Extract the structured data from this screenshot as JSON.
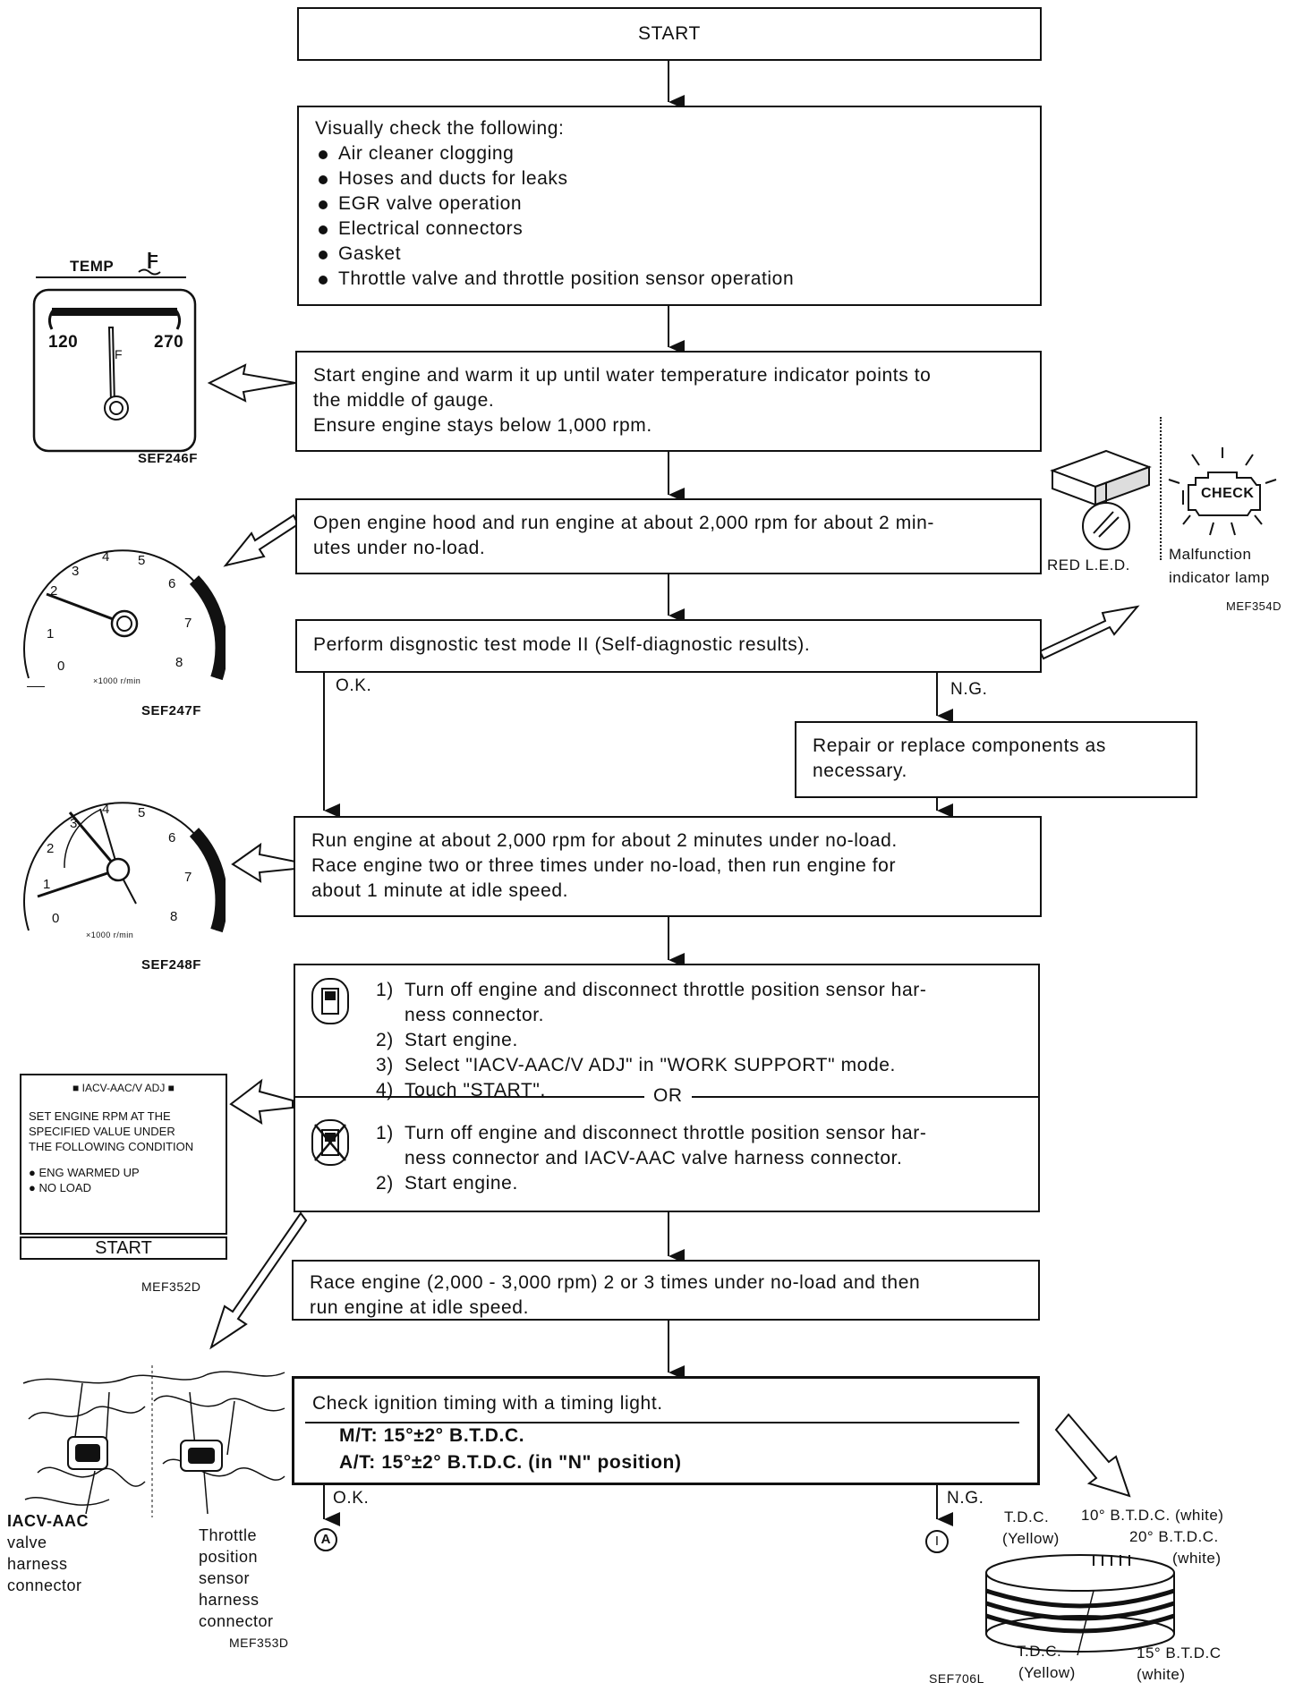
{
  "flow": {
    "start": "START",
    "visual_check": {
      "title": "Visually check the following:",
      "items": [
        "Air cleaner clogging",
        "Hoses and ducts for leaks",
        "EGR valve operation",
        "Electrical connectors",
        "Gasket",
        "Throttle valve and throttle position sensor operation"
      ]
    },
    "warm_up": {
      "line1": "Start engine and warm it up until water temperature indicator points to",
      "line2": "the middle of gauge.",
      "line3": "Ensure engine stays below 1,000 rpm."
    },
    "open_hood": {
      "line1": "Open engine hood and run engine at about 2,000 rpm for about 2 min-",
      "line2": "utes under no-load."
    },
    "diag_mode": "Perform disgnostic test mode II (Self-diagnostic results).",
    "ok": "O.K.",
    "ng": "N.G.",
    "repair": {
      "line1": "Repair or replace components as",
      "line2": "necessary."
    },
    "run_engine": {
      "line1": "Run engine at about 2,000 rpm for about 2 minutes under no-load.",
      "line2": "Race engine two or three times under no-load, then run engine for",
      "line3": "about 1 minute at idle speed."
    },
    "consult": {
      "steps": [
        {
          "n": "1)",
          "a": "Turn off engine and disconnect throttle position sensor har-",
          "b": "ness connector."
        },
        {
          "n": "2)",
          "a": "Start engine.",
          "b": ""
        },
        {
          "n": "3)",
          "a": "Select \"IACV-AAC/V ADJ\" in \"WORK SUPPORT\" mode.",
          "b": ""
        },
        {
          "n": "4)",
          "a": "Touch \"START\".",
          "b": ""
        }
      ],
      "or": "OR",
      "steps2": [
        {
          "n": "1)",
          "a": "Turn off engine and disconnect throttle position sensor har-",
          "b": "ness connector and IACV-AAC valve harness connector."
        },
        {
          "n": "2)",
          "a": "Start engine.",
          "b": ""
        }
      ]
    },
    "race_engine": {
      "line1": "Race engine (2,000 - 3,000 rpm) 2 or 3 times under no-load and then",
      "line2": "run engine at idle speed."
    },
    "ignition": {
      "title": "Check ignition timing with a timing light.",
      "mt": "M/T: 15°±2° B.T.D.C.",
      "at": "A/T: 15°±2° B.T.D.C. (in \"N\" position)"
    },
    "ok_link": "A",
    "ng_link": "I"
  },
  "figures": {
    "temp": {
      "label": "TEMP",
      "low": "120",
      "high": "270",
      "f": "F",
      "code": "SEF246F"
    },
    "tach1": {
      "ticks": [
        "0",
        "1",
        "2",
        "3",
        "4",
        "5",
        "6",
        "7",
        "8"
      ],
      "unit": "×1000 r/min",
      "code": "SEF247F"
    },
    "tach2": {
      "ticks": [
        "0",
        "1",
        "2",
        "3",
        "4",
        "5",
        "6",
        "7",
        "8"
      ],
      "unit": "×1000 r/min",
      "code": "SEF248F"
    },
    "mil": {
      "led": "RED L.E.D.",
      "check": "CHECK",
      "lamp1": "Malfunction",
      "lamp2": "indicator lamp",
      "code": "MEF354D"
    },
    "screen": {
      "title": "IACV-AAC/V ADJ",
      "line1": "SET ENGINE RPM AT THE",
      "line2": "SPECIFIED VALUE UNDER",
      "line3": "THE FOLLOWING CONDITION",
      "item1": "ENG WARMED UP",
      "item2": "NO LOAD",
      "button": "START",
      "code": "MEF352D"
    },
    "harness": {
      "iacv1": "IACV-AAC",
      "iacv2": "valve",
      "iacv3": "harness",
      "iacv4": "connector",
      "tps1": "Throttle",
      "tps2": "position",
      "tps3": "sensor",
      "tps4": "harness",
      "tps5": "connector",
      "code": "MEF353D"
    },
    "pulley": {
      "tdc_top": "T.D.C.",
      "yellow_top": "(Yellow)",
      "b10": "10° B.T.D.C. (white)",
      "b20": "20° B.T.D.C.",
      "white20": "(white)",
      "tdc_bot": "T.D.C.",
      "yellow_bot": "(Yellow)",
      "b15": "15° B.T.D.C",
      "white15": "(white)",
      "code": "SEF706L"
    }
  }
}
